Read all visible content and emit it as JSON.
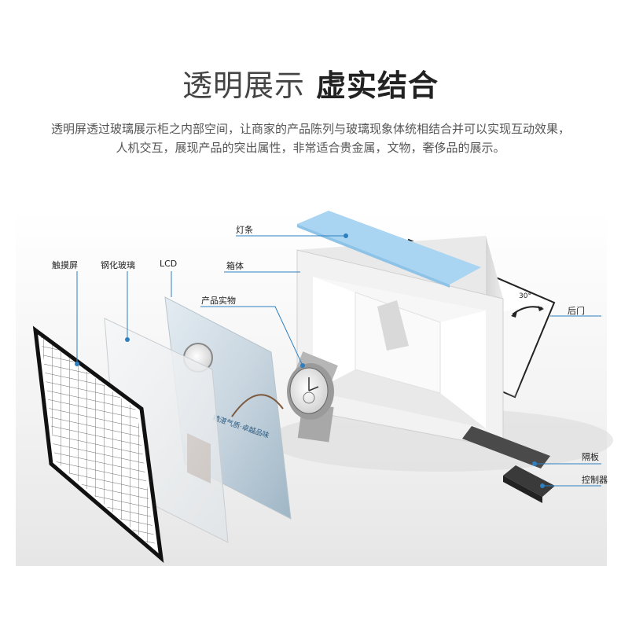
{
  "heading": {
    "light": "透明展示",
    "bold": "虚实结合"
  },
  "description": {
    "line1": "透明屏透过玻璃展示柜之内部空间，让商家的产品陈列与玻璃现象体统相结合并可以实现互动效果，",
    "line2": "人机交互，展现产品的突出属性，非常适合贵金属，文物，奢侈品的展示。"
  },
  "labels": {
    "touch": "触摸屏",
    "glass": "钢化玻璃",
    "lcd": "LCD",
    "product": "产品实物",
    "light": "灯条",
    "box": "箱体",
    "back_door": "后门",
    "angle": "30°",
    "partition": "隔板",
    "controller": "控制器"
  },
  "lcd_text": {
    "slogan": "精湛气质·卓越品味"
  },
  "colors": {
    "leader": "#2e7fc0",
    "light_bar": "#a9d4f2",
    "frame": "#111111"
  }
}
